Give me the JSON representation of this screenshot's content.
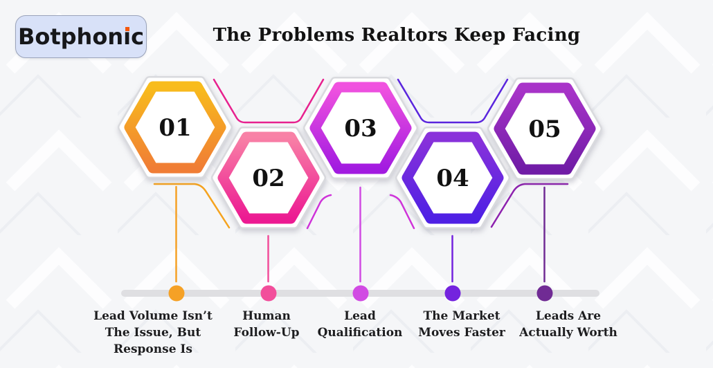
{
  "page": {
    "background_color": "#F5F6F8"
  },
  "logo": {
    "full_text": "Botphonic",
    "text_before_i": "Botphon",
    "dotless_i": "ı",
    "text_after_i": "c",
    "dot_color": "#F4570C",
    "bg_color": "#D8E1F8"
  },
  "title": "The Problems Realtors Keep Facing",
  "hexagons": [
    {
      "number": "01",
      "color_top": "#F8BC1C",
      "color_bottom": "#F07D35",
      "line_color": "#F5A31F"
    },
    {
      "number": "02",
      "color_top": "#F881A6",
      "color_bottom": "#EC1A92",
      "line_color": "#E7218E"
    },
    {
      "number": "03",
      "color_top": "#F052DF",
      "color_bottom": "#A21BE0",
      "line_color": "#CF33D9"
    },
    {
      "number": "04",
      "color_top": "#8A32DA",
      "color_bottom": "#4E20E4",
      "line_color": "#5A25DD"
    },
    {
      "number": "05",
      "color_top": "#A934C9",
      "color_bottom": "#701CA6",
      "line_color": "#8D21AE"
    }
  ],
  "timeline": {
    "bar_color": "#DFDFE2",
    "items": [
      {
        "dot_color": "#F5A126",
        "lines": [
          "Lead Volume Isn’t",
          "The Issue, But",
          "Response Is"
        ]
      },
      {
        "dot_color": "#F24E9B",
        "lines": [
          "Human",
          "Follow-Up"
        ]
      },
      {
        "dot_color": "#D14BE3",
        "lines": [
          "Lead",
          "Qualification"
        ]
      },
      {
        "dot_color": "#7423DE",
        "lines": [
          "The Market",
          "Moves Faster"
        ]
      },
      {
        "dot_color": "#702B94",
        "lines": [
          "Leads Are",
          "Actually Worth"
        ]
      }
    ]
  }
}
